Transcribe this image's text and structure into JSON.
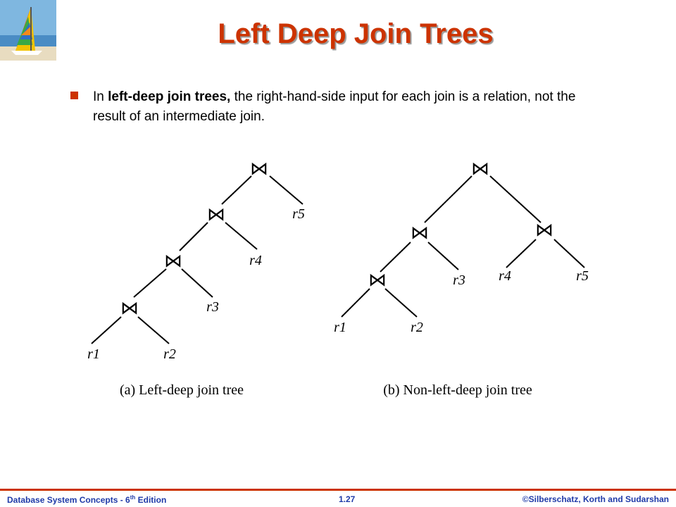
{
  "slide": {
    "title": "Left Deep Join Trees",
    "bullet": {
      "prefix": "In ",
      "bold": "left-deep join trees,",
      "rest": " the right-hand-side input for each join is a relation, not the result of an intermediate join."
    }
  },
  "figure": {
    "join_symbol": "⋈",
    "left_tree": {
      "caption": "(a) Left-deep join tree",
      "leaves": [
        "r1",
        "r2",
        "r3",
        "r4",
        "r5"
      ]
    },
    "right_tree": {
      "caption": "(b) Non-left-deep join tree",
      "leaves": [
        "r1",
        "r2",
        "r3",
        "r4",
        "r5"
      ]
    }
  },
  "footer": {
    "book_title": "Database System Concepts - 6",
    "edition_sup": "th",
    "edition_word": " Edition",
    "page_number": "1.27",
    "copyright": "©Silberschatz, Korth and Sudarshan"
  },
  "colors": {
    "title": "#cc3300",
    "bullet": "#cc3300",
    "footer_text": "#1f3aa8",
    "footer_rule": "#cc3300"
  },
  "icons": {
    "logo": "sailboat-logo-icon",
    "bullet": "square-bullet-icon"
  }
}
